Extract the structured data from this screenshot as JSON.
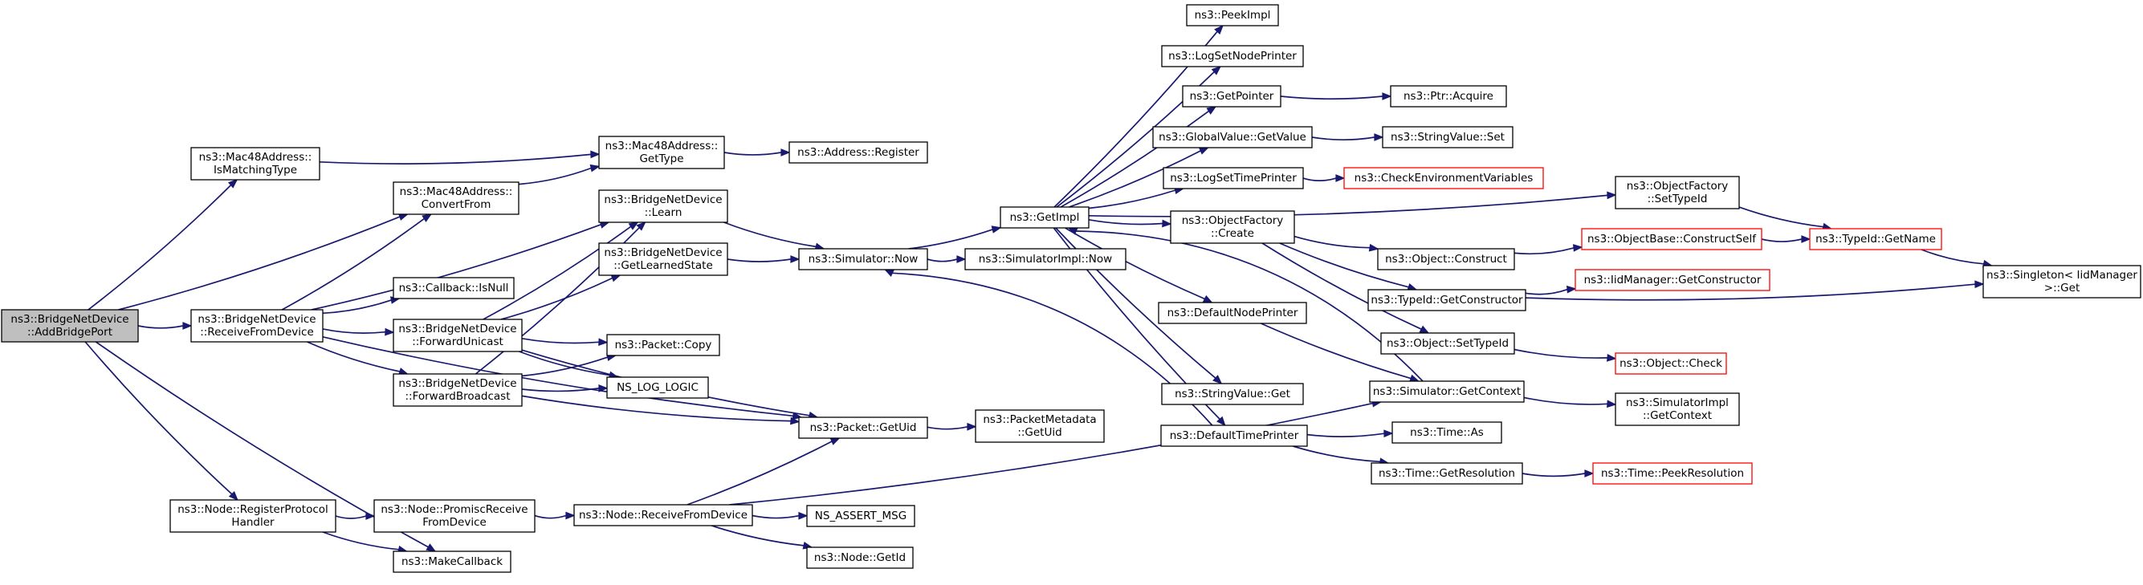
{
  "graph": {
    "title": "",
    "colors": {
      "edge": "#191970",
      "node_border": "#000000",
      "node_fill": "#ffffff",
      "root_fill": "#bfbfbf",
      "truncated_border": "#ff0000"
    },
    "nodes": [
      {
        "id": "root",
        "lines": [
          "ns3::BridgeNetDevice",
          "::AddBridgePort"
        ],
        "style": "root"
      },
      {
        "id": "mac_ismatching",
        "lines": [
          "ns3::Mac48Address::",
          "IsMatchingType"
        ],
        "style": "normal"
      },
      {
        "id": "receivefromdevice",
        "lines": [
          "ns3::BridgeNetDevice",
          "::ReceiveFromDevice"
        ],
        "style": "normal"
      },
      {
        "id": "registerprotocol",
        "lines": [
          "ns3::Node::RegisterProtocol",
          "Handler"
        ],
        "style": "normal"
      },
      {
        "id": "makecallback",
        "lines": [
          "ns3::MakeCallback"
        ],
        "style": "normal"
      },
      {
        "id": "mac_convertfrom",
        "lines": [
          "ns3::Mac48Address::",
          "ConvertFrom"
        ],
        "style": "normal"
      },
      {
        "id": "callback_isnull",
        "lines": [
          "ns3::Callback::IsNull"
        ],
        "style": "normal"
      },
      {
        "id": "forwardunicast",
        "lines": [
          "ns3::BridgeNetDevice",
          "::ForwardUnicast"
        ],
        "style": "normal"
      },
      {
        "id": "forwardbroadcast",
        "lines": [
          "ns3::BridgeNetDevice",
          "::ForwardBroadcast"
        ],
        "style": "normal"
      },
      {
        "id": "promisc",
        "lines": [
          "ns3::Node::PromiscReceive",
          "FromDevice"
        ],
        "style": "normal"
      },
      {
        "id": "mac_gettype",
        "lines": [
          "ns3::Mac48Address::",
          "GetType"
        ],
        "style": "normal"
      },
      {
        "id": "learn",
        "lines": [
          "ns3::BridgeNetDevice",
          "::Learn"
        ],
        "style": "normal"
      },
      {
        "id": "getlearned",
        "lines": [
          "ns3::BridgeNetDevice",
          "::GetLearnedState"
        ],
        "style": "normal"
      },
      {
        "id": "packet_copy",
        "lines": [
          "ns3::Packet::Copy"
        ],
        "style": "normal"
      },
      {
        "id": "ns_log_logic",
        "lines": [
          "NS_LOG_LOGIC"
        ],
        "style": "normal"
      },
      {
        "id": "node_receivefromdevice",
        "lines": [
          "ns3::Node::ReceiveFromDevice"
        ],
        "style": "normal"
      },
      {
        "id": "address_register",
        "lines": [
          "ns3::Address::Register"
        ],
        "style": "normal"
      },
      {
        "id": "sim_now",
        "lines": [
          "ns3::Simulator::Now"
        ],
        "style": "normal"
      },
      {
        "id": "packet_getuid",
        "lines": [
          "ns3::Packet::GetUid"
        ],
        "style": "normal"
      },
      {
        "id": "ns_assert_msg",
        "lines": [
          "NS_ASSERT_MSG"
        ],
        "style": "normal"
      },
      {
        "id": "node_getid",
        "lines": [
          "ns3::Node::GetId"
        ],
        "style": "normal"
      },
      {
        "id": "getimpl",
        "lines": [
          "ns3::GetImpl"
        ],
        "style": "normal"
      },
      {
        "id": "simimpl_now",
        "lines": [
          "ns3::SimulatorImpl::Now"
        ],
        "style": "normal"
      },
      {
        "id": "pm_getuid",
        "lines": [
          "ns3::PacketMetadata",
          "::GetUid"
        ],
        "style": "normal"
      },
      {
        "id": "peekimpl",
        "lines": [
          "ns3::PeekImpl"
        ],
        "style": "normal"
      },
      {
        "id": "logsetnodeprinter",
        "lines": [
          "ns3::LogSetNodePrinter"
        ],
        "style": "normal"
      },
      {
        "id": "getpointer",
        "lines": [
          "ns3::GetPointer"
        ],
        "style": "normal"
      },
      {
        "id": "globalvalue_getvalue",
        "lines": [
          "ns3::GlobalValue::GetValue"
        ],
        "style": "normal"
      },
      {
        "id": "logsettimeprinter",
        "lines": [
          "ns3::LogSetTimePrinter"
        ],
        "style": "normal"
      },
      {
        "id": "objfactory_create",
        "lines": [
          "ns3::ObjectFactory",
          "::Create"
        ],
        "style": "normal"
      },
      {
        "id": "defaultnodeprinter",
        "lines": [
          "ns3::DefaultNodePrinter"
        ],
        "style": "normal"
      },
      {
        "id": "stringvalue_get",
        "lines": [
          "ns3::StringValue::Get"
        ],
        "style": "normal"
      },
      {
        "id": "defaulttimeprinter",
        "lines": [
          "ns3::DefaultTimePrinter"
        ],
        "style": "normal"
      },
      {
        "id": "ptr_acquire",
        "lines": [
          "ns3::Ptr::Acquire"
        ],
        "style": "normal"
      },
      {
        "id": "stringvalue_set",
        "lines": [
          "ns3::StringValue::Set"
        ],
        "style": "normal"
      },
      {
        "id": "checkenv",
        "lines": [
          "ns3::CheckEnvironmentVariables"
        ],
        "style": "truncated"
      },
      {
        "id": "object_construct",
        "lines": [
          "ns3::Object::Construct"
        ],
        "style": "normal"
      },
      {
        "id": "typeid_getconstructor",
        "lines": [
          "ns3::TypeId::GetConstructor"
        ],
        "style": "normal"
      },
      {
        "id": "object_settypeid",
        "lines": [
          "ns3::Object::SetTypeId"
        ],
        "style": "normal"
      },
      {
        "id": "sim_getcontext",
        "lines": [
          "ns3::Simulator::GetContext"
        ],
        "style": "normal"
      },
      {
        "id": "time_as",
        "lines": [
          "ns3::Time::As"
        ],
        "style": "normal"
      },
      {
        "id": "time_getresolution",
        "lines": [
          "ns3::Time::GetResolution"
        ],
        "style": "normal"
      },
      {
        "id": "objfactory_settypeid",
        "lines": [
          "ns3::ObjectFactory",
          "::SetTypeId"
        ],
        "style": "normal"
      },
      {
        "id": "objbase_constructself",
        "lines": [
          "ns3::ObjectBase::ConstructSelf"
        ],
        "style": "truncated"
      },
      {
        "id": "iidmanager_getconstructor",
        "lines": [
          "ns3::IidManager::GetConstructor"
        ],
        "style": "truncated"
      },
      {
        "id": "object_check",
        "lines": [
          "ns3::Object::Check"
        ],
        "style": "truncated"
      },
      {
        "id": "simimpl_getcontext",
        "lines": [
          "ns3::SimulatorImpl",
          "::GetContext"
        ],
        "style": "normal"
      },
      {
        "id": "time_peekresolution",
        "lines": [
          "ns3::Time::PeekResolution"
        ],
        "style": "truncated"
      },
      {
        "id": "typeid_getname",
        "lines": [
          "ns3::TypeId::GetName"
        ],
        "style": "truncated"
      },
      {
        "id": "singleton_get",
        "lines": [
          "ns3::Singleton< IidManager",
          " >::Get"
        ],
        "style": "normal"
      }
    ],
    "edges": [
      [
        "root",
        "mac_ismatching"
      ],
      [
        "root",
        "receivefromdevice"
      ],
      [
        "root",
        "registerprotocol"
      ],
      [
        "root",
        "makecallback"
      ],
      [
        "root",
        "mac_convertfrom"
      ],
      [
        "mac_ismatching",
        "mac_gettype"
      ],
      [
        "mac_convertfrom",
        "mac_gettype"
      ],
      [
        "mac_gettype",
        "address_register"
      ],
      [
        "receivefromdevice",
        "mac_convertfrom"
      ],
      [
        "receivefromdevice",
        "learn"
      ],
      [
        "receivefromdevice",
        "callback_isnull"
      ],
      [
        "receivefromdevice",
        "forwardunicast"
      ],
      [
        "receivefromdevice",
        "forwardbroadcast"
      ],
      [
        "receivefromdevice",
        "packet_getuid"
      ],
      [
        "forwardunicast",
        "learn"
      ],
      [
        "forwardunicast",
        "getlearned"
      ],
      [
        "forwardunicast",
        "packet_copy"
      ],
      [
        "forwardunicast",
        "ns_log_logic"
      ],
      [
        "forwardunicast",
        "packet_getuid"
      ],
      [
        "forwardbroadcast",
        "learn"
      ],
      [
        "forwardbroadcast",
        "packet_copy"
      ],
      [
        "forwardbroadcast",
        "ns_log_logic"
      ],
      [
        "forwardbroadcast",
        "packet_getuid"
      ],
      [
        "learn",
        "sim_now"
      ],
      [
        "getlearned",
        "sim_now"
      ],
      [
        "registerprotocol",
        "promisc"
      ],
      [
        "registerprotocol",
        "makecallback"
      ],
      [
        "promisc",
        "node_receivefromdevice"
      ],
      [
        "node_receivefromdevice",
        "packet_getuid"
      ],
      [
        "node_receivefromdevice",
        "ns_assert_msg"
      ],
      [
        "node_receivefromdevice",
        "node_getid"
      ],
      [
        "node_receivefromdevice",
        "sim_getcontext"
      ],
      [
        "packet_getuid",
        "pm_getuid"
      ],
      [
        "sim_now",
        "getimpl"
      ],
      [
        "sim_now",
        "simimpl_now"
      ],
      [
        "getimpl",
        "peekimpl"
      ],
      [
        "getimpl",
        "logsetnodeprinter"
      ],
      [
        "getimpl",
        "getpointer"
      ],
      [
        "getimpl",
        "globalvalue_getvalue"
      ],
      [
        "getimpl",
        "logsettimeprinter"
      ],
      [
        "getimpl",
        "objfactory_settypeid"
      ],
      [
        "getimpl",
        "objfactory_create"
      ],
      [
        "getimpl",
        "defaultnodeprinter"
      ],
      [
        "getimpl",
        "stringvalue_get"
      ],
      [
        "getimpl",
        "defaulttimeprinter"
      ],
      [
        "getpointer",
        "ptr_acquire"
      ],
      [
        "globalvalue_getvalue",
        "stringvalue_set"
      ],
      [
        "logsettimeprinter",
        "checkenv"
      ],
      [
        "objfactory_create",
        "object_construct"
      ],
      [
        "objfactory_create",
        "typeid_getconstructor"
      ],
      [
        "objfactory_create",
        "object_settypeid"
      ],
      [
        "defaultnodeprinter",
        "sim_getcontext"
      ],
      [
        "defaulttimeprinter",
        "sim_now"
      ],
      [
        "defaulttimeprinter",
        "time_as"
      ],
      [
        "defaulttimeprinter",
        "time_getresolution"
      ],
      [
        "sim_getcontext",
        "getimpl"
      ],
      [
        "sim_getcontext",
        "simimpl_getcontext"
      ],
      [
        "time_getresolution",
        "time_peekresolution"
      ],
      [
        "object_construct",
        "objbase_constructself"
      ],
      [
        "typeid_getconstructor",
        "iidmanager_getconstructor"
      ],
      [
        "typeid_getconstructor",
        "singleton_get"
      ],
      [
        "object_settypeid",
        "object_check"
      ],
      [
        "objfactory_settypeid",
        "typeid_getname"
      ],
      [
        "objbase_constructself",
        "typeid_getname"
      ],
      [
        "typeid_getname",
        "singleton_get"
      ]
    ]
  }
}
